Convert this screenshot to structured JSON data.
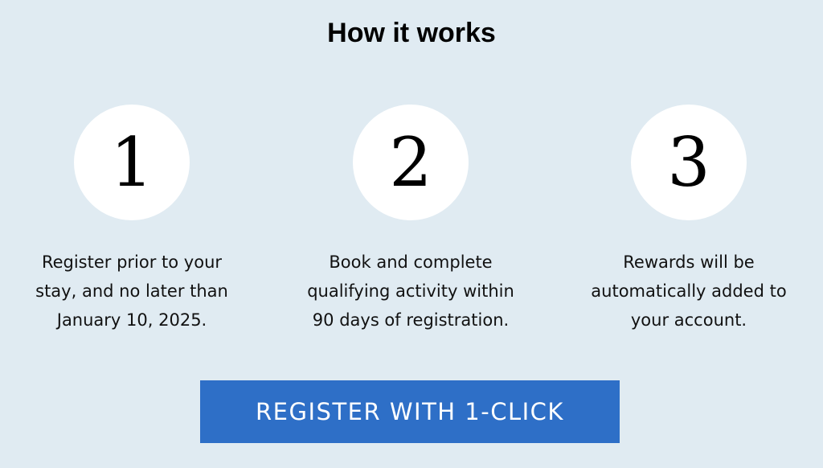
{
  "title": "How it works",
  "steps": [
    {
      "number": "1",
      "text": "Register prior to your stay, and no later than January 10, 2025."
    },
    {
      "number": "2",
      "text": "Book and complete qualifying activity within 90 days of registration."
    },
    {
      "number": "3",
      "text": "Rewards will be automatically added to your account."
    }
  ],
  "button": "REGISTER WITH 1-CLICK"
}
